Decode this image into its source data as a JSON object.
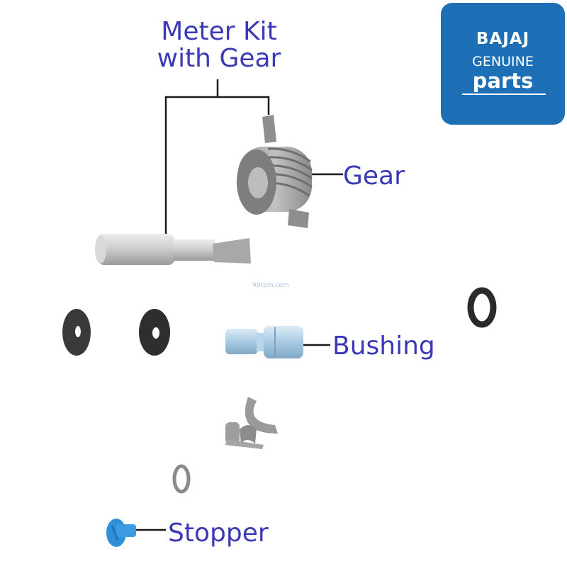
{
  "labels": {
    "meter_kit_line1": "Meter Kit",
    "meter_kit_line2": "with Gear",
    "gear": "Gear",
    "bushing": "Bushing",
    "stopper": "Stopper"
  },
  "badge": {
    "brand": "BAJAJ",
    "line2": "GENUINE",
    "line3": "parts"
  },
  "watermark": "99rpm.com",
  "colors": {
    "label": "#3a3ab8",
    "badge_bg": "#1d6fb6",
    "part_gray": "#8a8a8a",
    "bushing_blue": "#a9cbe3",
    "stopper_blue": "#2f8fd8"
  }
}
